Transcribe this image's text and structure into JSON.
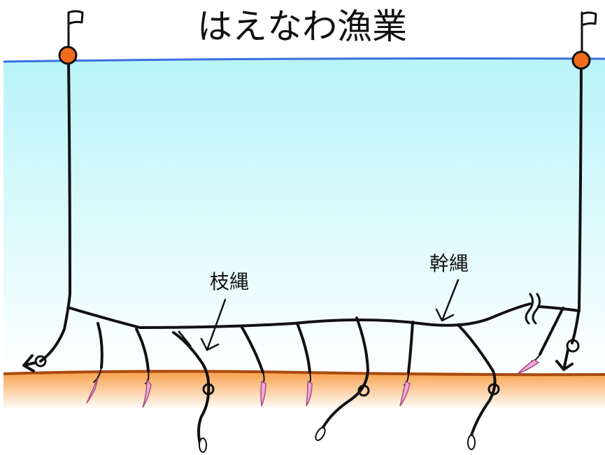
{
  "title": "はえなわ漁業",
  "labels": {
    "branch_line": "枝縄",
    "main_line": "幹縄"
  },
  "colors": {
    "water_top": "#b8f4f8",
    "water_bottom": "#ffffff",
    "surface_line": "#3a6fe0",
    "buoy": "#f26a1c",
    "seabed_line": "#a84a10",
    "seabed_fill_top": "#f8a04a",
    "seabed_fill_bottom": "#ffffff",
    "bait": "#f2a8d8",
    "line": "#111111"
  },
  "icons": [
    "flag-icon",
    "buoy-icon",
    "anchor-icon",
    "hook-icon",
    "bait-icon",
    "octopus-icon",
    "line-break-icon"
  ]
}
